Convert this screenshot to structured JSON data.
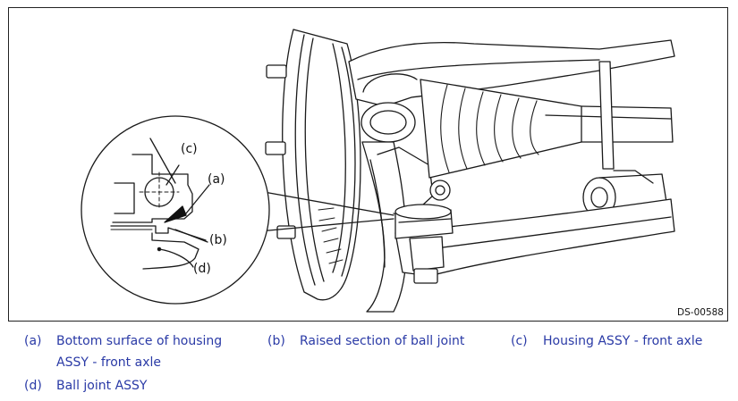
{
  "figure": {
    "id_label": "DS-00588",
    "callouts": {
      "a": "(a)",
      "b": "(b)",
      "c": "(c)",
      "d": "(d)"
    }
  },
  "legend": {
    "color": "#2a3aa6",
    "items": [
      {
        "key": "(a)",
        "text_line1": "Bottom surface of housing",
        "text_line2": "ASSY - front axle"
      },
      {
        "key": "(b)",
        "text": "Raised section of ball joint"
      },
      {
        "key": "(c)",
        "text": "Housing ASSY - front axle"
      },
      {
        "key": "(d)",
        "text": "Ball joint ASSY"
      }
    ]
  }
}
